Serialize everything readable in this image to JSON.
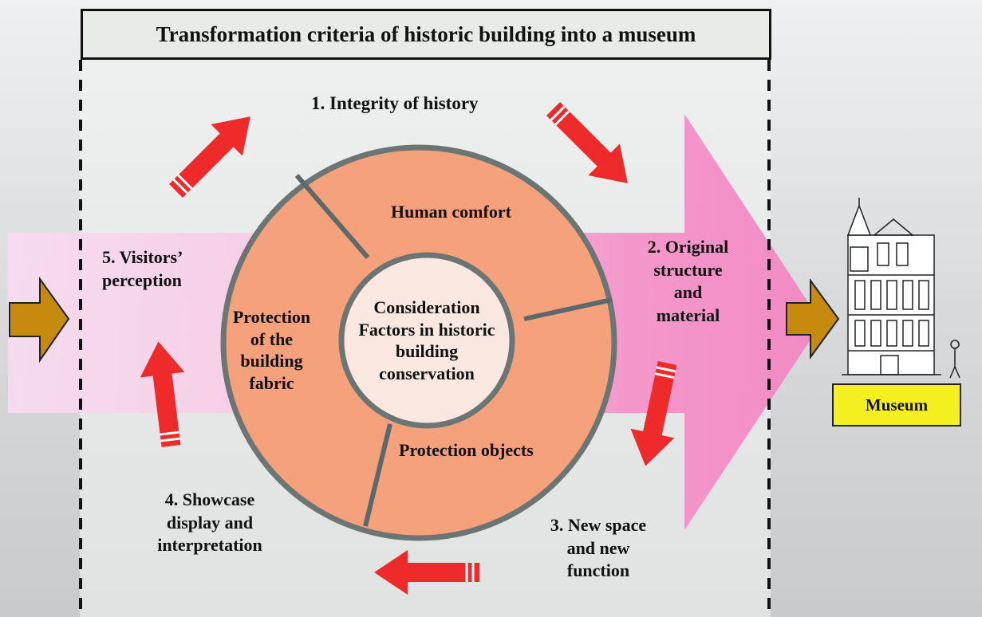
{
  "title": "Transformation criteria of historic building into a museum",
  "criteria": {
    "c1": "1. Integrity of history",
    "c2": [
      "2. Original",
      "structure",
      "and",
      "material"
    ],
    "c3": [
      "3. New space",
      "and new",
      "function"
    ],
    "c4": [
      "4. Showcase",
      "display and",
      "interpretation"
    ],
    "c5": [
      "5. Visitors’",
      "perception"
    ]
  },
  "circle": {
    "center": [
      "Consideration",
      "Factors in historic",
      "building",
      "conservation"
    ],
    "segments": {
      "human_comfort": "Human comfort",
      "protection_fabric": [
        "Protection",
        "of the",
        "building",
        "fabric"
      ],
      "protection_objects": "Protection objects"
    }
  },
  "result_label": "Museum",
  "colors": {
    "red_arrow": "#ee2a2a",
    "big_arrow_pink": "#f58cc6",
    "ring_fill": "#f5a17c",
    "center_fill": "#fbe8e0",
    "ring_stroke": "#6b7574",
    "gold_arrow": "#c58a0e",
    "museum_box": "#f4f020"
  },
  "icons": [
    "museum-building-icon"
  ]
}
